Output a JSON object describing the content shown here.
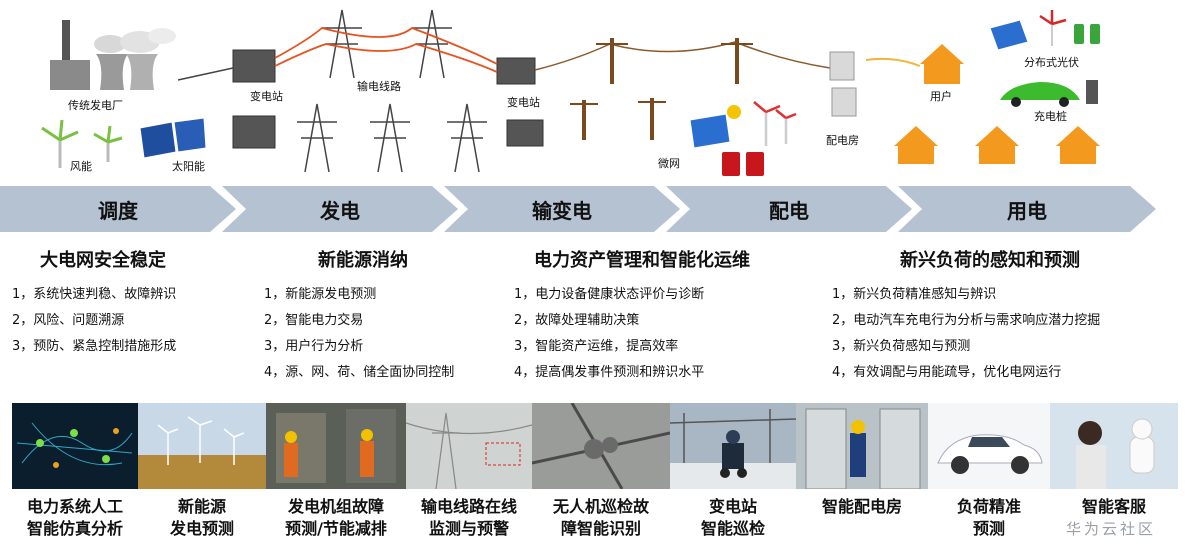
{
  "scene": {
    "labels": {
      "power_plant": "传统发电厂",
      "wind": "风能",
      "solar": "太阳能",
      "substation_1": "变电站",
      "transmission_line": "输电线路",
      "substation_2": "变电站",
      "microgrid": "微网",
      "distribution_room": "配电房",
      "user": "用户",
      "distributed_pv": "分布式光伏",
      "charging_pile": "充电桩"
    }
  },
  "flow": {
    "stages": [
      "调度",
      "发电",
      "输变电",
      "配电",
      "用电"
    ]
  },
  "columns": [
    {
      "title": "大电网安全稳定",
      "items": [
        "1，系统快速判稳、故障辨识",
        "2，风险、问题溯源",
        "3，预防、紧急控制措施形成"
      ]
    },
    {
      "title": "新能源消纳",
      "items": [
        "1，新能源发电预测",
        "2，智能电力交易",
        "3，用户行为分析",
        "4，源、网、荷、储全面协同控制"
      ]
    },
    {
      "title": "电力资产管理和智能化运维",
      "items": [
        "1，电力设备健康状态评价与诊断",
        "2，故障处理辅助决策",
        "3，智能资产运维，提高效率",
        "4，提高偶发事件预测和辨识水平"
      ]
    },
    {
      "title": "新兴负荷的感知和预测",
      "items": [
        "1，新兴负荷精准感知与辨识",
        "2，电动汽车充电行为分析与需求响应潜力挖掘",
        "3，新兴负荷感知与预测",
        "4，有效调配与用能疏导，优化电网运行"
      ]
    }
  ],
  "cases": [
    {
      "line1": "电力系统人工",
      "line2": "智能仿真分析"
    },
    {
      "line1": "新能源",
      "line2": "发电预测"
    },
    {
      "line1": "发电机组故障",
      "line2": "预测/节能减排"
    },
    {
      "line1": "输电线路在线",
      "line2": "监测与预警"
    },
    {
      "line1": "无人机巡检故",
      "line2": "障智能识别"
    },
    {
      "line1": "变电站",
      "line2": "智能巡检"
    },
    {
      "line1": "智能配电房",
      "line2": ""
    },
    {
      "line1": "负荷精准",
      "line2": "预测"
    },
    {
      "line1": "智能客服",
      "line2": ""
    }
  ],
  "watermark": "华为云社区",
  "colors": {
    "chevron": "#b4c2d1",
    "chevron_text": "#111111",
    "line_orange": "#e8521f",
    "house_orange": "#f39a1e"
  }
}
